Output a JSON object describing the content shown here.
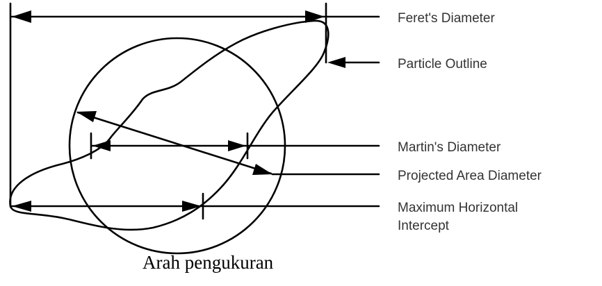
{
  "diagram": {
    "labels": {
      "feret": "Feret's Diameter",
      "outline": "Particle Outline",
      "martin": "Martin's Diameter",
      "projected": "Projected Area Diameter",
      "max_intercept_line1": "Maximum Horizontal",
      "max_intercept_line2": "Intercept"
    },
    "caption": "Arah pengukuran"
  }
}
